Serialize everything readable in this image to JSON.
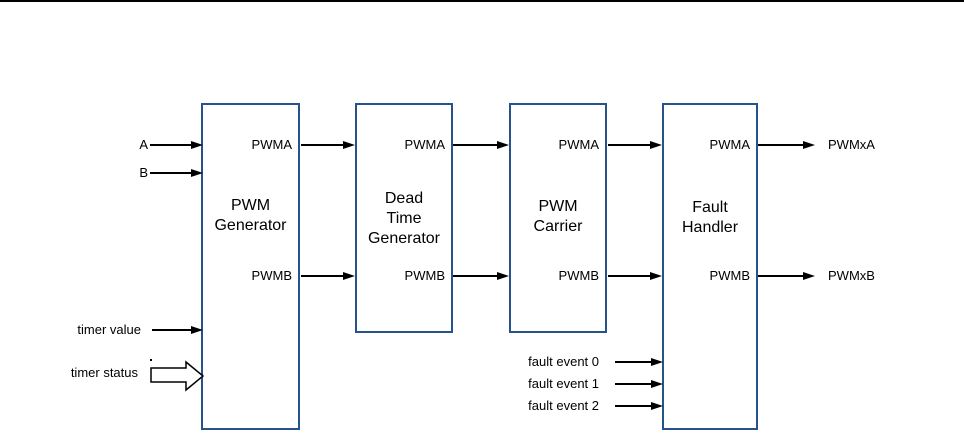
{
  "blocks": [
    {
      "title": "PWM\nGenerator",
      "port_a": "PWMA",
      "port_b": "PWMB"
    },
    {
      "title": "Dead\nTime\nGenerator",
      "port_a": "PWMA",
      "port_b": "PWMB"
    },
    {
      "title": "PWM\nCarrier",
      "port_a": "PWMA",
      "port_b": "PWMB"
    },
    {
      "title": "Fault\nHandler",
      "port_a": "PWMA",
      "port_b": "PWMB"
    }
  ],
  "inputs": {
    "a": "A",
    "b": "B",
    "timer_value": "timer value",
    "timer_status": "timer status"
  },
  "fault_inputs": [
    {
      "label": "fault event 0"
    },
    {
      "label": "fault event 1"
    },
    {
      "label": "fault event 2"
    }
  ],
  "outputs": {
    "pwmxa": "PWMxA",
    "pwmxb": "PWMxB"
  },
  "colors": {
    "block_border": "#26538C",
    "arrow": "#000000"
  }
}
